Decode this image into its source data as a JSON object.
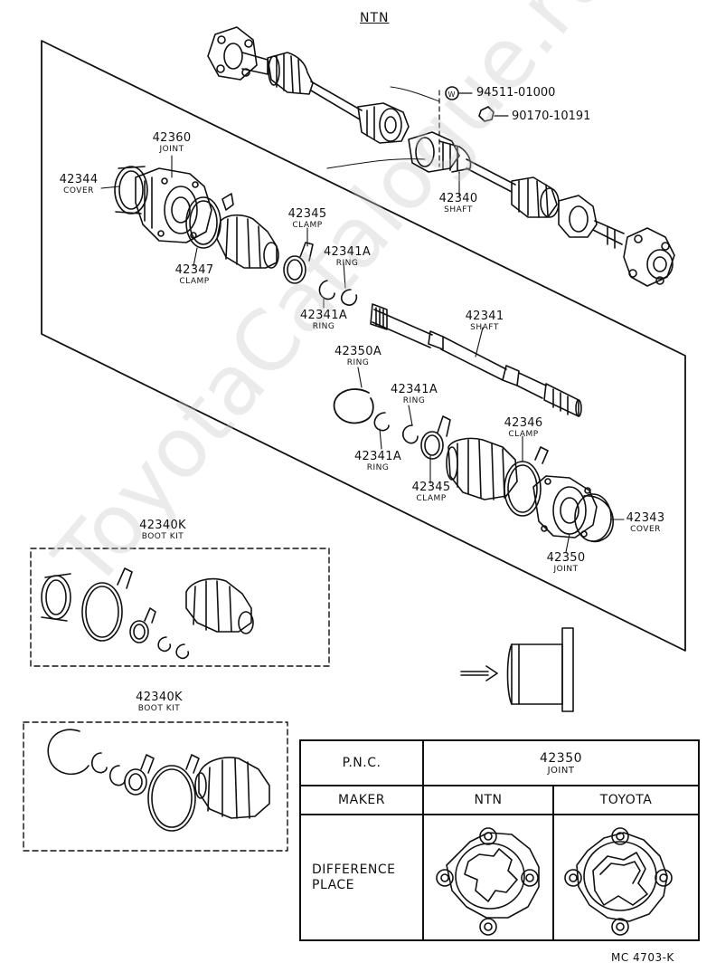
{
  "header": {
    "maker_top": "NTN"
  },
  "watermark": "ToyotaCatalogue.ru",
  "labels": {
    "p94511": "94511-01000",
    "p90170": "90170-10191",
    "p42340": {
      "num": "42340",
      "name": "SHAFT"
    },
    "p42360": {
      "num": "42360",
      "name": "JOINT"
    },
    "p42344": {
      "num": "42344",
      "name": "COVER"
    },
    "p42345a": {
      "num": "42345",
      "name": "CLAMP"
    },
    "p42347": {
      "num": "42347",
      "name": "CLAMP"
    },
    "p42341Aa": {
      "num": "42341A",
      "name": "RING"
    },
    "p42341Ab": {
      "num": "42341A",
      "name": "RING"
    },
    "p42341": {
      "num": "42341",
      "name": "SHAFT"
    },
    "p42350A": {
      "num": "42350A",
      "name": "RING"
    },
    "p42341Ac": {
      "num": "42341A",
      "name": "RING"
    },
    "p42341Ad": {
      "num": "42341A",
      "name": "RING"
    },
    "p42346": {
      "num": "42346",
      "name": "CLAMP"
    },
    "p42345b": {
      "num": "42345",
      "name": "CLAMP"
    },
    "p42343": {
      "num": "42343",
      "name": "COVER"
    },
    "p42350": {
      "num": "42350",
      "name": "JOINT"
    },
    "kit1": {
      "num": "42340K",
      "name": "BOOT KIT"
    },
    "kit2": {
      "num": "42340K",
      "name": "BOOT KIT"
    }
  },
  "table": {
    "pnc_label": "P.N.C.",
    "pnc_num": "42350",
    "pnc_name": "JOINT",
    "maker_label": "MAKER",
    "maker_ntn": "NTN",
    "maker_toyota": "TOYOTA",
    "diff_line1": "DIFFERENCE",
    "diff_line2": "PLACE"
  },
  "footer_code": "MC  4703-K"
}
